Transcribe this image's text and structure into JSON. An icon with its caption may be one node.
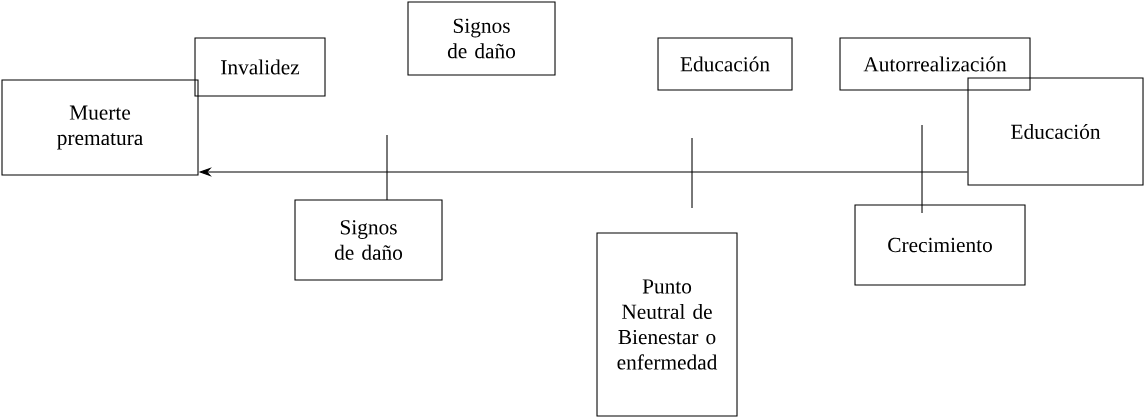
{
  "diagram": {
    "nodes": [
      {
        "text": [
          "Muerte prematura"
        ]
      },
      {
        "text": [
          "Invalidez"
        ]
      },
      {
        "text": [
          "Signos de daño"
        ]
      },
      {
        "text": [
          "Educación"
        ]
      },
      {
        "text": [
          "Autorrealización"
        ]
      },
      {
        "text": [
          "Educación"
        ]
      },
      {
        "text": [
          "Signos de daño"
        ]
      },
      {
        "text": [
          "Punto Neutral de Bienestar o enfermedad"
        ]
      },
      {
        "text": [
          "Crecimiento"
        ]
      }
    ],
    "edges": [
      {
        "from": 5,
        "to": 0,
        "arrow": "to"
      }
    ]
  }
}
